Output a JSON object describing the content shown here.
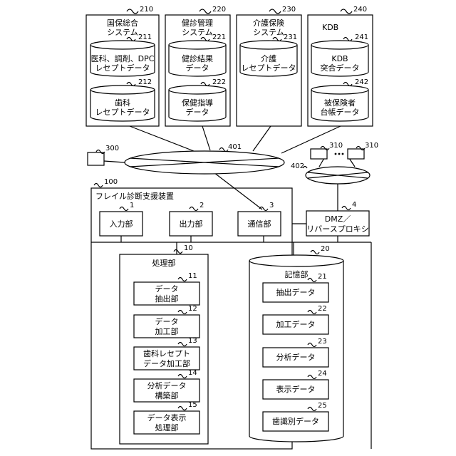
{
  "systems": {
    "kokuho": {
      "ref": "210",
      "title": [
        "国保総合",
        "システム"
      ],
      "db1": {
        "ref": "211",
        "lines": [
          "医科、調剤、DPC",
          "レセプトデータ"
        ]
      },
      "db2": {
        "ref": "212",
        "lines": [
          "歯科",
          "レセプトデータ"
        ]
      }
    },
    "kenshin": {
      "ref": "220",
      "title": [
        "健診管理",
        "システム"
      ],
      "db1": {
        "ref": "221",
        "lines": [
          "健診結果",
          "データ"
        ]
      },
      "db2": {
        "ref": "222",
        "lines": [
          "保健指導",
          "データ"
        ]
      }
    },
    "kaigo": {
      "ref": "230",
      "title": [
        "介護保険",
        "システム"
      ],
      "db1": {
        "ref": "231",
        "lines": [
          "介護",
          "レセプトデータ"
        ]
      }
    },
    "kdb": {
      "ref": "240",
      "title": [
        "KDB"
      ],
      "db1": {
        "ref": "241",
        "lines": [
          "KDB",
          "突合データ"
        ]
      },
      "db2": {
        "ref": "242",
        "lines": [
          "被保険者",
          "台帳データ"
        ]
      }
    }
  },
  "network": {
    "main_ref": "401",
    "dmz_ref": "402",
    "terminal_ref": "300",
    "client_ref_left": "310",
    "client_ref_right": "310"
  },
  "dmz": {
    "ref": "4",
    "lines": [
      "DMZ／",
      "リバースプロキシ"
    ]
  },
  "device": {
    "ref": "100",
    "title": "フレイル診断支援装置",
    "input": {
      "ref": "1",
      "label": "入力部"
    },
    "output": {
      "ref": "2",
      "label": "出力部"
    },
    "comm": {
      "ref": "3",
      "label": "通信部"
    },
    "processing": {
      "ref": "10",
      "title": "処理部",
      "units": [
        {
          "ref": "11",
          "lines": [
            "データ",
            "抽出部"
          ]
        },
        {
          "ref": "12",
          "lines": [
            "データ",
            "加工部"
          ]
        },
        {
          "ref": "13",
          "lines": [
            "歯科レセプト",
            "データ加工部"
          ]
        },
        {
          "ref": "14",
          "lines": [
            "分析データ",
            "構築部"
          ]
        },
        {
          "ref": "15",
          "lines": [
            "データ表示",
            "処理部"
          ]
        }
      ]
    },
    "storage": {
      "ref": "20",
      "title": "記憶部",
      "items": [
        {
          "ref": "21",
          "label": "抽出データ"
        },
        {
          "ref": "22",
          "label": "加工データ"
        },
        {
          "ref": "23",
          "label": "分析データ"
        },
        {
          "ref": "24",
          "label": "表示データ"
        },
        {
          "ref": "25",
          "label": "歯識別データ"
        }
      ]
    }
  }
}
